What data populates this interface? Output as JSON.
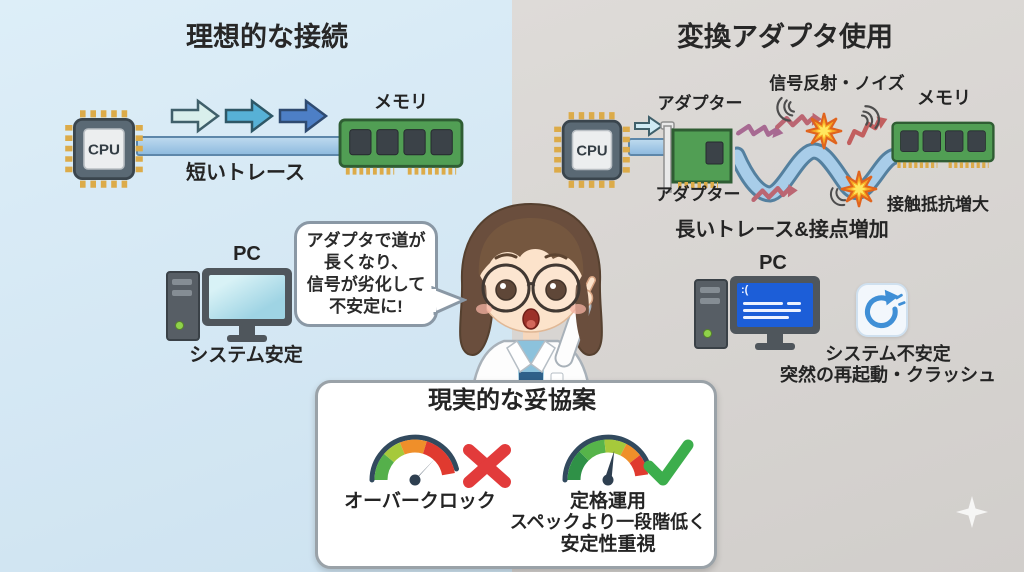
{
  "colors": {
    "left_bg": "#d8ecf7",
    "right_bg": "#d7d4d0",
    "trace_blue": "#a8cde9",
    "pcb_green": "#519e54",
    "error_red": "#e23b3b",
    "ok_green": "#3cae4c",
    "bsod_blue": "#1c5ed8",
    "refresh_blue": "#3f8fd6",
    "explosion_orange": "#f7a823"
  },
  "left_panel": {
    "title": "理想的な接続",
    "cpu_label": "CPU",
    "memory_label": "メモリ",
    "trace_label": "短いトレース",
    "pc_label": "PC",
    "status_label": "システム安定"
  },
  "right_panel": {
    "title": "変換アダプタ使用",
    "cpu_label": "CPU",
    "adapter_label_top": "アダプター",
    "adapter_label_bottom": "アダプター",
    "noise_label": "信号反射・ノイズ",
    "contact_label": "接触抵抗増大",
    "memory_label": "メモリ",
    "trace_label": "長いトレース&接点増加",
    "pc_label": "PC",
    "status_line1": "システム不安定",
    "status_line2": "突然の再起動・クラッシュ",
    "bsod_face": ":("
  },
  "speech_bubble": {
    "line1": "アダプタで道が",
    "line2": "長くなり、",
    "line3": "信号が劣化して",
    "line4": "不安定に!"
  },
  "compromise_panel": {
    "title": "現実的な妥協案",
    "rejected_label": "オーバークロック",
    "accepted_line1": "定格運用",
    "accepted_line2": "スペックより一段階低く",
    "accepted_line3": "安定性重視"
  }
}
